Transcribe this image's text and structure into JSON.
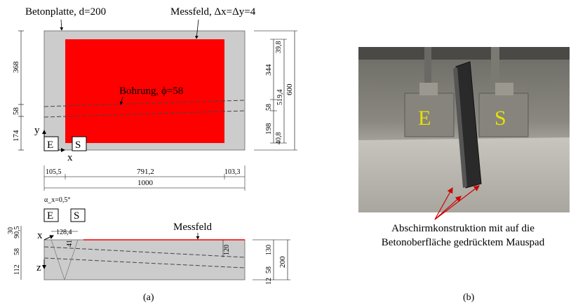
{
  "panel_a": {
    "top_view": {
      "plate_label": "Betonplatte, d=200",
      "field_label": "Messfeld, Δx=Δy=4",
      "hole_label": "Bohrung, ϕ=58",
      "left_dims": [
        "368",
        "58",
        "174"
      ],
      "right_dims_inner": [
        "39,8",
        "344",
        "58",
        "198",
        "40,8"
      ],
      "right_dims_mid": "519,4",
      "right_dims_outer": "600",
      "bottom_dims": [
        "105,5",
        "791,2",
        "103,3"
      ],
      "bottom_total": "1000",
      "axis_x": "x",
      "axis_y": "y",
      "sensor_e": "E",
      "sensor_s": "S"
    },
    "side_view": {
      "angle_label": "α_x=0,5°",
      "field_label": "Messfeld",
      "sensor_e": "E",
      "sensor_s": "S",
      "left_dims": [
        "30",
        "90,5",
        "58",
        "112"
      ],
      "top_dim": "128,4",
      "small_dim": "41",
      "inner_dim": "120",
      "right_dims_inner": [
        "130",
        "58",
        "12"
      ],
      "right_dims_outer": "200",
      "axis_x": "x",
      "axis_z": "z"
    },
    "caption": "(a)"
  },
  "panel_b": {
    "photo_letter_e": "E",
    "photo_letter_s": "S",
    "caption_line1": "Abschirmkonstruktion mit auf die",
    "caption_line2": "Betonoberfläche gedrücktem Mauspad",
    "caption": "(b)"
  },
  "colors": {
    "field_red": "#ff0000",
    "plate_gray": "#cccccc",
    "photo_letter": "#e8e000"
  }
}
